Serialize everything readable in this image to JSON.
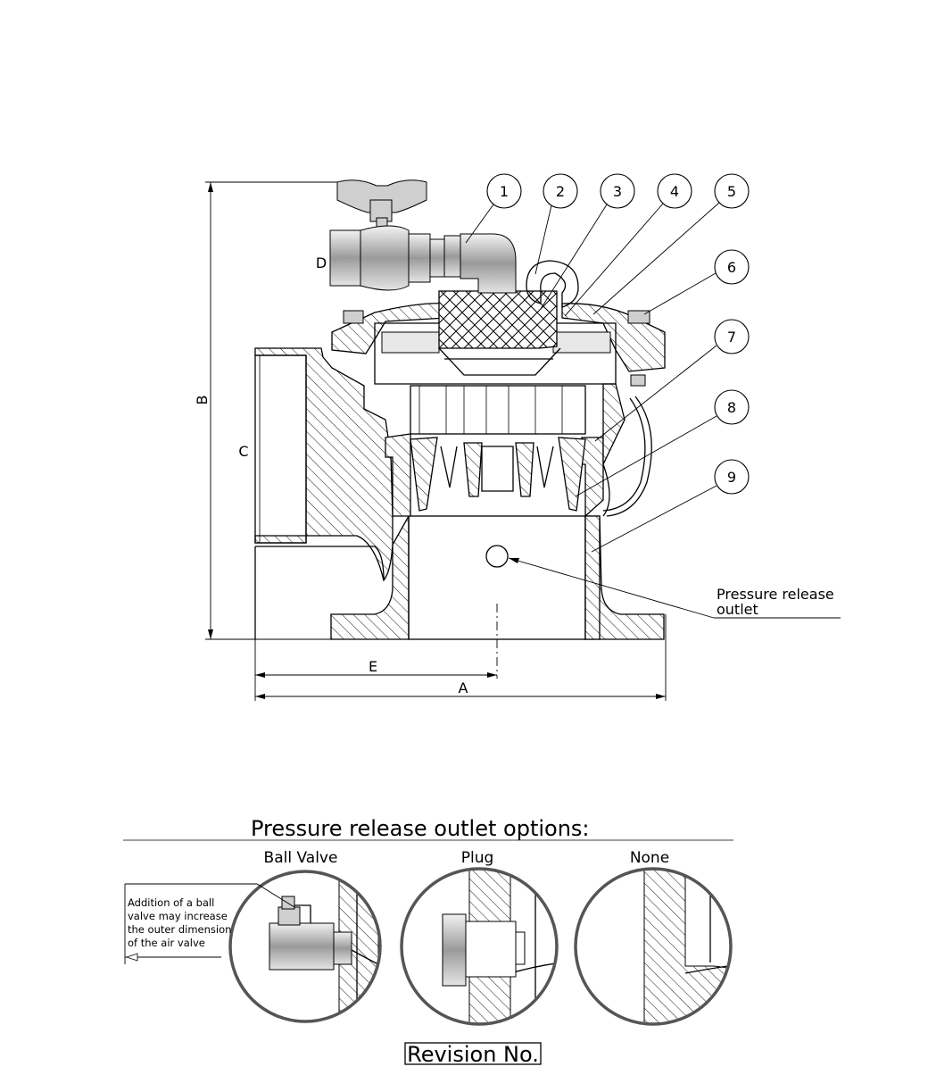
{
  "main_drawing": {
    "callouts": [
      "1",
      "2",
      "3",
      "4",
      "5",
      "6",
      "7",
      "8",
      "9"
    ],
    "dimension_labels": {
      "a": "A",
      "b": "B",
      "c": "C",
      "d": "D",
      "e": "E"
    },
    "outlet_label_line1": "Pressure release",
    "outlet_label_line2": "outlet"
  },
  "options_section": {
    "title": "Pressure release outlet options:",
    "options": [
      "Ball Valve",
      "Plug",
      "None"
    ],
    "ball_valve_note": [
      "Addition of a ball",
      "valve may increase",
      "the outer dimension",
      "of the air valve"
    ]
  },
  "revision": {
    "label": "Revision No."
  }
}
